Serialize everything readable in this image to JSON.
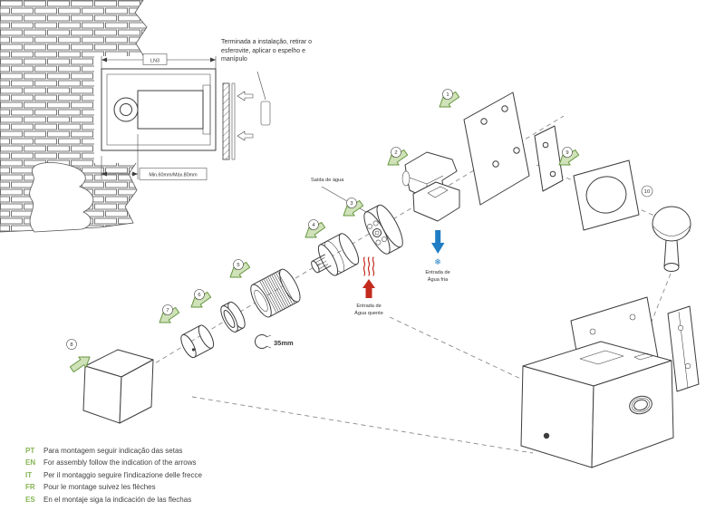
{
  "note": {
    "line1": "Terminada a instalação, retirar o",
    "line2": "esferovite, aplicar o espelho e",
    "line3": "manípulo"
  },
  "section": {
    "top_dimension": "LN3",
    "depth_dimension": "Min.60mm/Máx.80mm"
  },
  "labels": {
    "outlet": "Saída de água",
    "hot_line1": "Entrada de",
    "hot_line2": "Água quente",
    "cold_line1": "Entrada de",
    "cold_line2": "Água fria",
    "wrench": "35mm",
    "snowflake": "❄"
  },
  "steps": [
    "1",
    "2",
    "3",
    "4",
    "5",
    "6",
    "7",
    "8",
    "9",
    "10"
  ],
  "legend": {
    "rows": [
      {
        "code": "PT",
        "text": "Para montagem seguir indicação das setas"
      },
      {
        "code": "EN",
        "text": "For assembly follow the indication of the arrows"
      },
      {
        "code": "IT",
        "text": "Per il montaggio seguire l'indicazione delle frecce"
      },
      {
        "code": "FR",
        "text": "Pour le montage suivez les flèches"
      },
      {
        "code": "ES",
        "text": "En el montaje siga la indicación de las flechas"
      }
    ]
  },
  "colors": {
    "line": "#3c3c3c",
    "hot": "#c22b1d",
    "cold": "#1f7dc4",
    "arrow_green_fill": "#cfe2b8",
    "arrow_green_stroke": "#66953f",
    "legend_green": "#86b554",
    "dash": "#8a8a8a"
  }
}
